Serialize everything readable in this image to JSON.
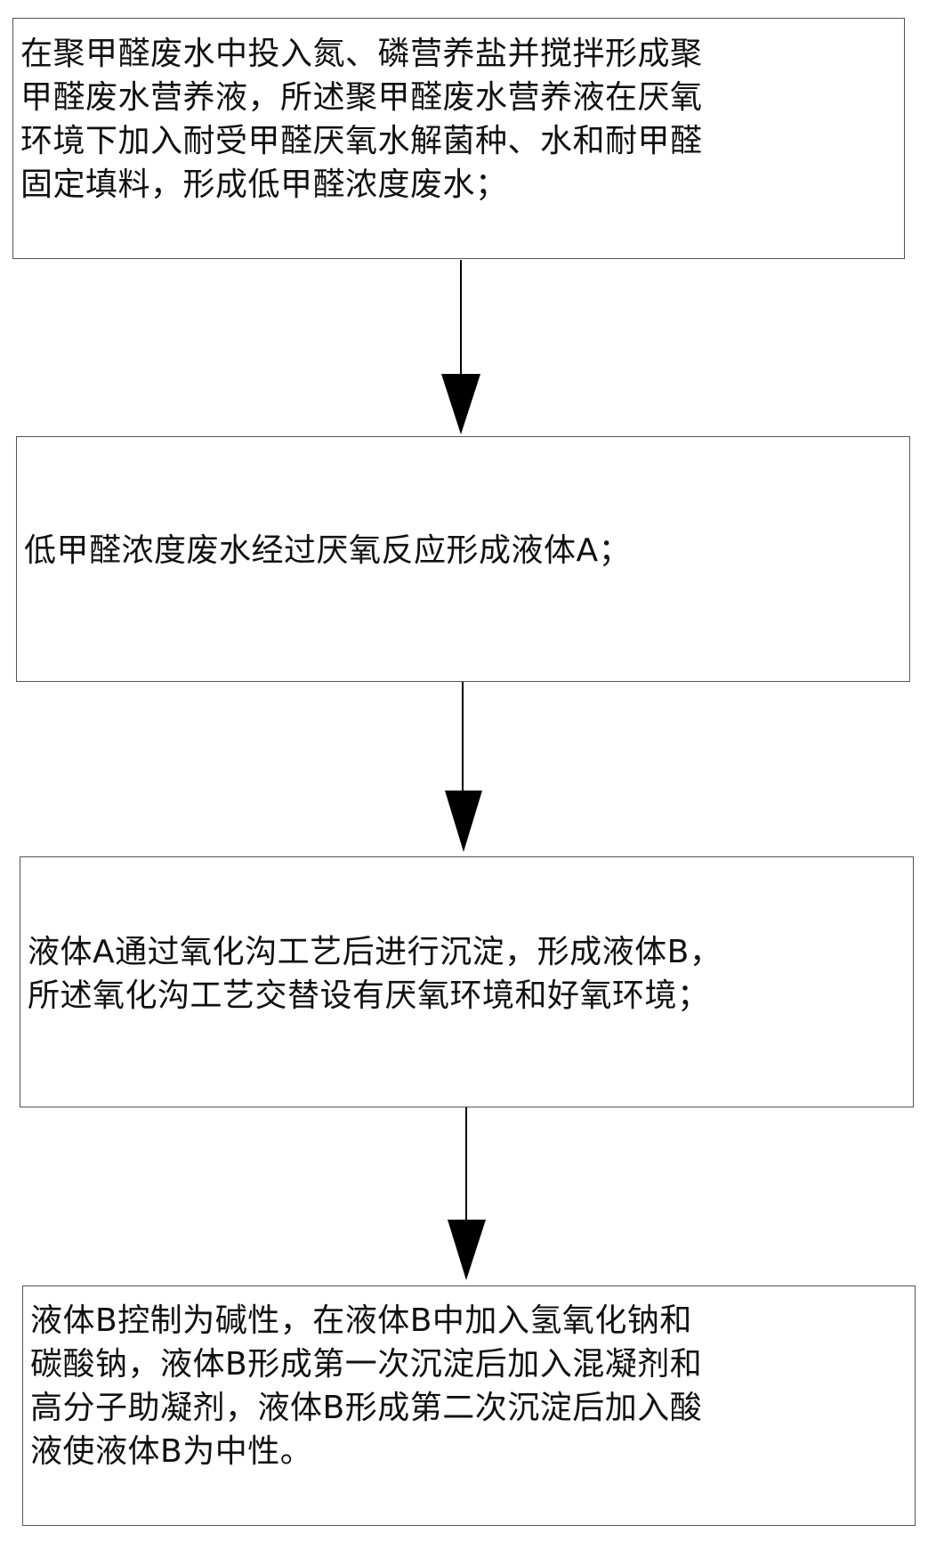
{
  "flowchart": {
    "steps": [
      {
        "lines": [
          "在聚甲醛废水中投入氮、磷营养盐并搅拌形成聚",
          "甲醛废水营养液，所述聚甲醛废水营养液在厌氧",
          "环境下加入耐受甲醛厌氧水解菌种、水和耐甲醛",
          "固定填料，形成低甲醛浓度废水；"
        ]
      },
      {
        "lines": [
          "低甲醛浓度废水经过厌氧反应形成液体A；"
        ]
      },
      {
        "lines": [
          "液体A通过氧化沟工艺后进行沉淀，形成液体B，",
          "所述氧化沟工艺交替设有厌氧环境和好氧环境；"
        ]
      },
      {
        "lines": [
          "液体B控制为碱性，在液体B中加入氢氧化钠和",
          "碳酸钠，液体B形成第一次沉淀后加入混凝剂和",
          "高分子助凝剂，液体B形成第二次沉淀后加入酸",
          "液使液体B为中性。"
        ]
      }
    ],
    "colors": {
      "border": "#555555",
      "arrow": "#000000",
      "text": "#111111"
    }
  }
}
